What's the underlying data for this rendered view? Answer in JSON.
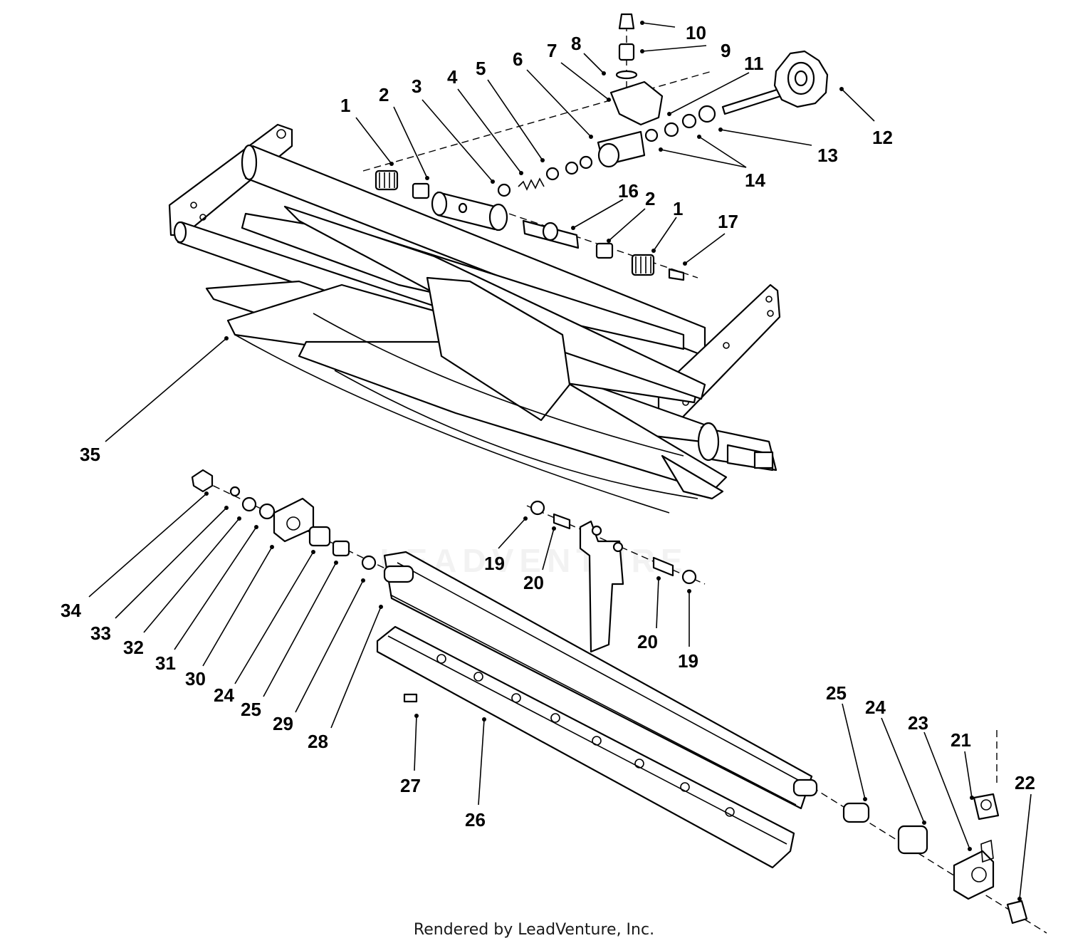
{
  "diagram": {
    "callouts": [
      {
        "id": "c1a",
        "label": "1"
      },
      {
        "id": "c2a",
        "label": "2"
      },
      {
        "id": "c3",
        "label": "3"
      },
      {
        "id": "c4",
        "label": "4"
      },
      {
        "id": "c5",
        "label": "5"
      },
      {
        "id": "c6",
        "label": "6"
      },
      {
        "id": "c7",
        "label": "7"
      },
      {
        "id": "c8",
        "label": "8"
      },
      {
        "id": "c9",
        "label": "9"
      },
      {
        "id": "c10",
        "label": "10"
      },
      {
        "id": "c11",
        "label": "11"
      },
      {
        "id": "c12",
        "label": "12"
      },
      {
        "id": "c13",
        "label": "13"
      },
      {
        "id": "c14",
        "label": "14"
      },
      {
        "id": "c16",
        "label": "16"
      },
      {
        "id": "c2b",
        "label": "2"
      },
      {
        "id": "c1b",
        "label": "1"
      },
      {
        "id": "c17",
        "label": "17"
      },
      {
        "id": "c35",
        "label": "35"
      },
      {
        "id": "c19a",
        "label": "19"
      },
      {
        "id": "c20a",
        "label": "20"
      },
      {
        "id": "c20b",
        "label": "20"
      },
      {
        "id": "c19b",
        "label": "19"
      },
      {
        "id": "c34",
        "label": "34"
      },
      {
        "id": "c33",
        "label": "33"
      },
      {
        "id": "c32",
        "label": "32"
      },
      {
        "id": "c31",
        "label": "31"
      },
      {
        "id": "c30",
        "label": "30"
      },
      {
        "id": "c24a",
        "label": "24"
      },
      {
        "id": "c25a",
        "label": "25"
      },
      {
        "id": "c29",
        "label": "29"
      },
      {
        "id": "c28",
        "label": "28"
      },
      {
        "id": "c27",
        "label": "27"
      },
      {
        "id": "c26",
        "label": "26"
      },
      {
        "id": "c25b",
        "label": "25"
      },
      {
        "id": "c24b",
        "label": "24"
      },
      {
        "id": "c23",
        "label": "23"
      },
      {
        "id": "c21",
        "label": "21"
      },
      {
        "id": "c22",
        "label": "22"
      }
    ],
    "watermark": "LEADVENTURE"
  },
  "footer": {
    "credit": "Rendered by LeadVenture, Inc."
  }
}
